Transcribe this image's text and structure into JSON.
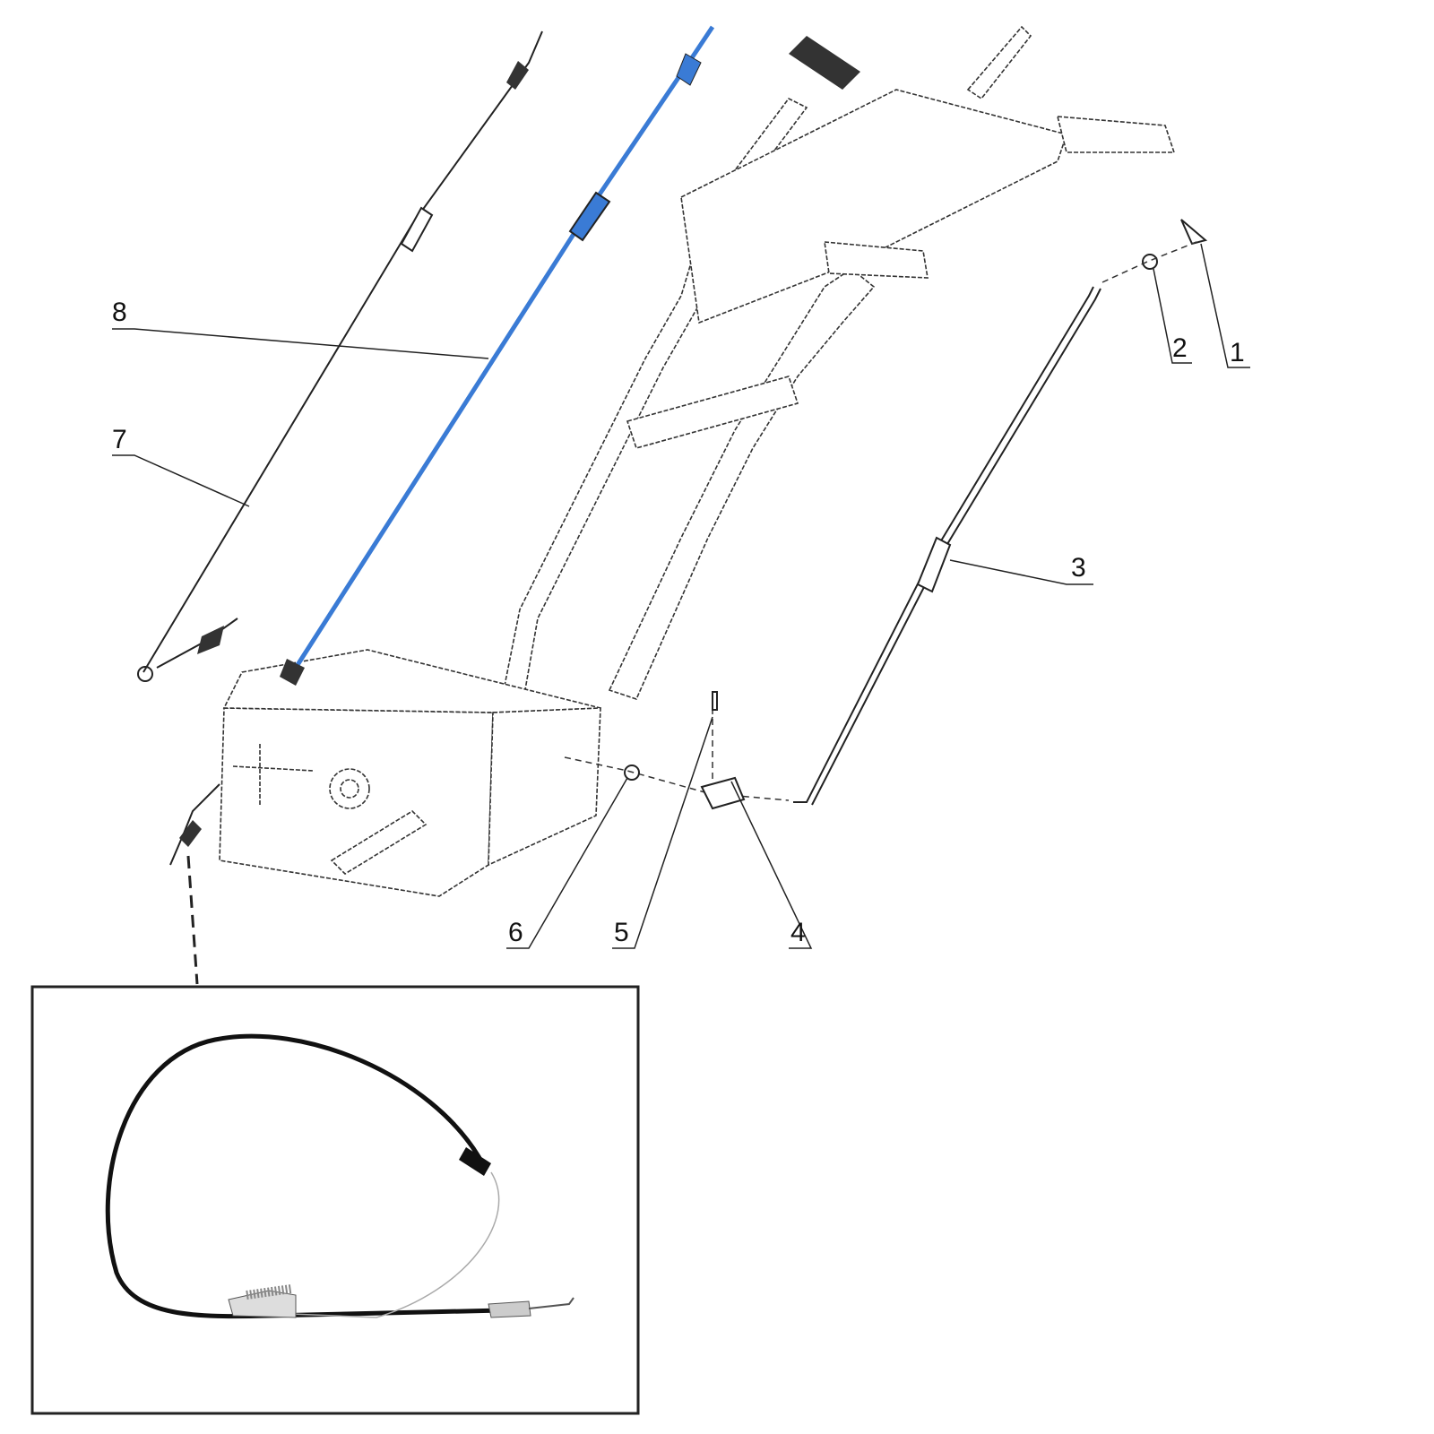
{
  "diagram": {
    "type": "exploded-parts-view",
    "accent_color": "#3a7bd5",
    "callouts": [
      {
        "id": "1",
        "text": "1"
      },
      {
        "id": "2",
        "text": "2"
      },
      {
        "id": "3",
        "text": "3"
      },
      {
        "id": "4",
        "text": "4"
      },
      {
        "id": "5",
        "text": "5"
      },
      {
        "id": "6",
        "text": "6"
      },
      {
        "id": "7",
        "text": "7"
      },
      {
        "id": "8",
        "text": "8"
      }
    ]
  }
}
